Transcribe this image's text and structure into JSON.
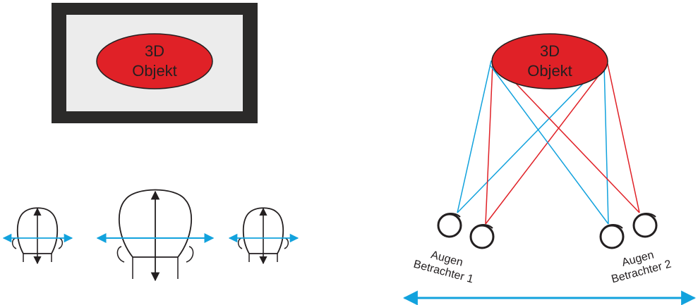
{
  "screen_object": {
    "line1": "3D",
    "line2": "Objekt"
  },
  "scene_object": {
    "line1": "3D",
    "line2": "Objekt"
  },
  "viewer1": {
    "line1": "Augen",
    "line2": "Betrachter 1"
  },
  "viewer2": {
    "line1": "Augen",
    "line2": "Betrachter 2"
  },
  "colors": {
    "object_fill": "#e02127",
    "frame": "#2b2a29",
    "screen": "#ececec",
    "blue": "#12a2dd",
    "red": "#e02127",
    "ink": "#231f20"
  }
}
